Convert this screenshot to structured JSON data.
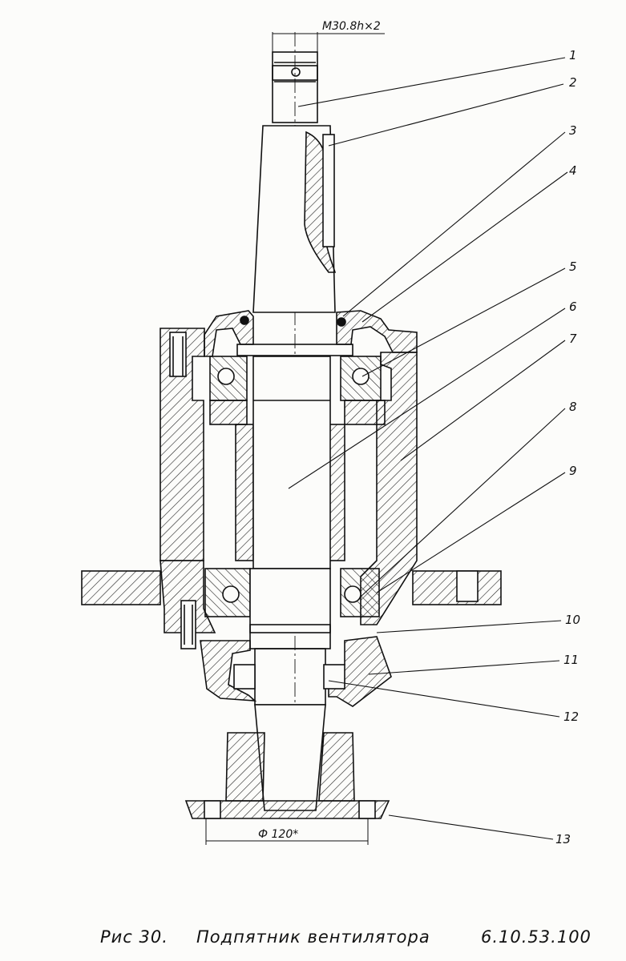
{
  "dimensions": {
    "thread": "M30.8h×2",
    "diameter": "Ф 120*"
  },
  "callouts": [
    "1",
    "2",
    "3",
    "4",
    "5",
    "6",
    "7",
    "8",
    "9",
    "10",
    "11",
    "12",
    "13"
  ],
  "caption": {
    "figure": "Рис 30.",
    "title": "Подпятник вентилятора",
    "code": "6.10.53.100"
  }
}
